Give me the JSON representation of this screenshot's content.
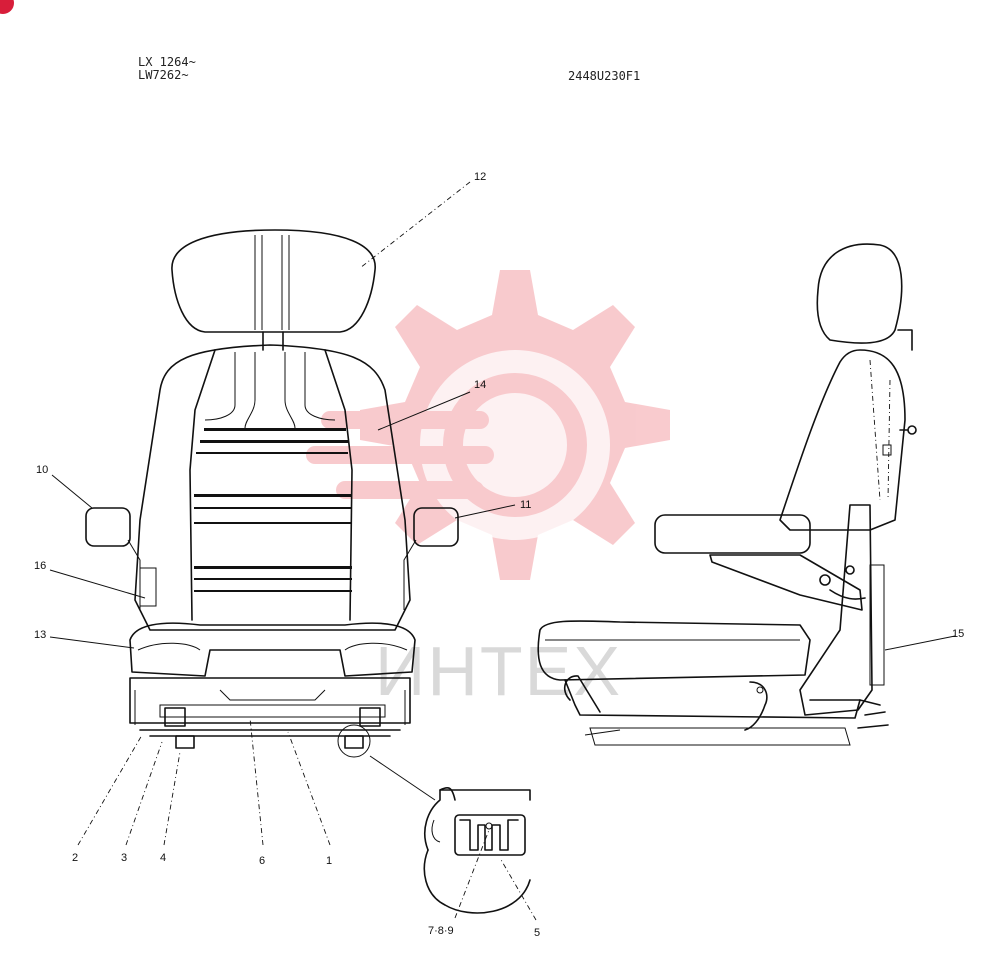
{
  "header": {
    "applicability": [
      "LX 1264~",
      "LW7262~"
    ],
    "drawing_code": "2448U230F1"
  },
  "callouts": [
    "12",
    "14",
    "10",
    "11",
    "16",
    "13",
    "15",
    "2",
    "3",
    "4",
    "6",
    "1",
    "5",
    "7·8·9"
  ],
  "watermark": {
    "text": "ИНТЕХ",
    "color": "#f4a0a6"
  },
  "colors": {
    "line": "#111111",
    "corner_badge": "#d81e3a"
  }
}
